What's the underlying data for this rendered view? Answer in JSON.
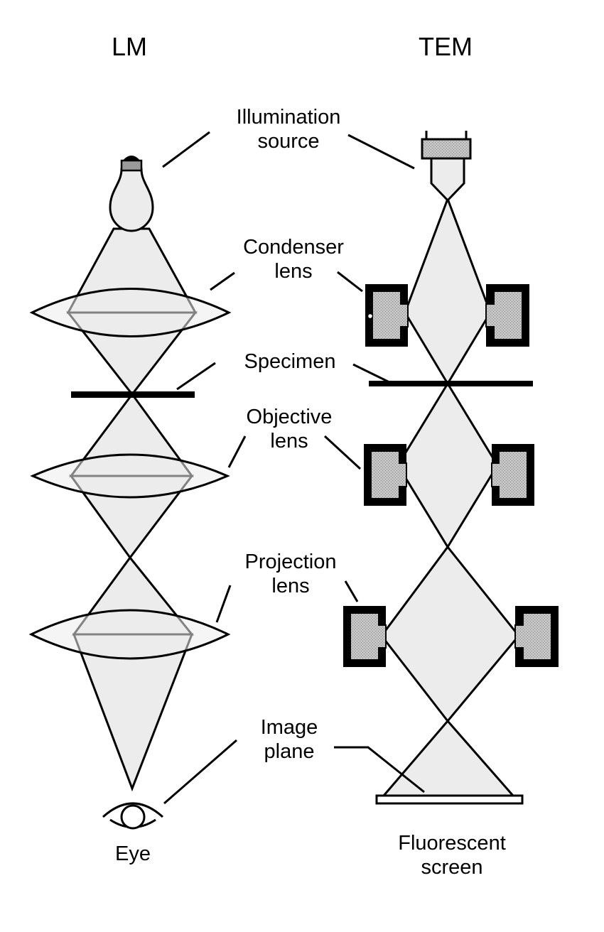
{
  "columns": {
    "lm": "LM",
    "tem": "TEM"
  },
  "labels": {
    "illumination_line1": "Illumination",
    "illumination_line2": "source",
    "condenser_line1": "Condenser",
    "condenser_line2": "lens",
    "specimen": "Specimen",
    "objective_line1": "Objective",
    "objective_line2": "lens",
    "projection_line1": "Projection",
    "projection_line2": "lens",
    "image_plane_line1": "Image",
    "image_plane_line2": "plane",
    "eye": "Eye",
    "screen_line1": "Fluorescent",
    "screen_line2": "screen"
  },
  "colors": {
    "beam_fill": "#ececec",
    "lens_fill": "#ececec",
    "pole_piece_fill": "#b4b4b4",
    "outline": "#000000"
  }
}
